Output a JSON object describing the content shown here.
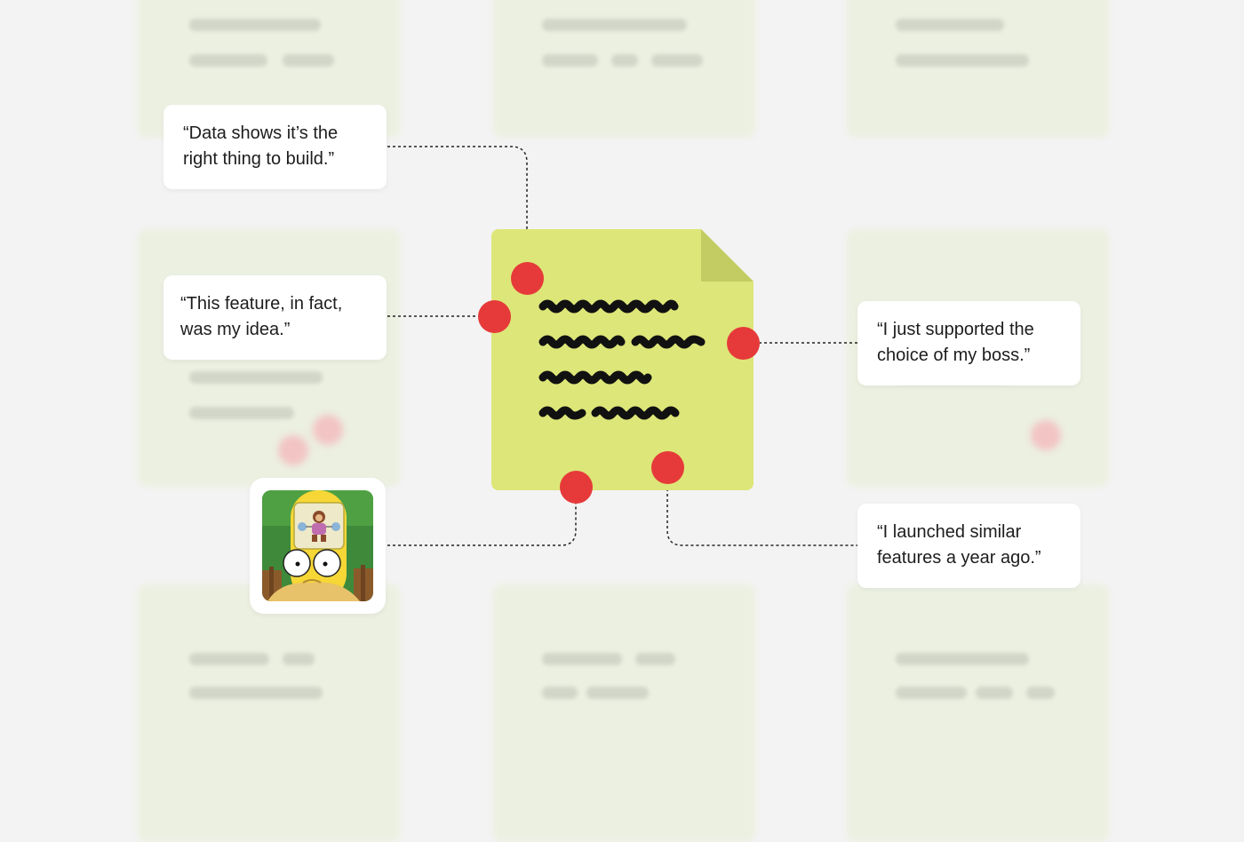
{
  "colors": {
    "background": "#f3f3f3",
    "note": "#dde678",
    "note_fold": "#c3cc62",
    "pin": "#e63a3a",
    "card": "#ffffff",
    "connector": "#222222"
  },
  "quotes": [
    {
      "id": "data-shows",
      "lines": [
        "“Data shows it’s the",
        "right thing to build.”"
      ]
    },
    {
      "id": "my-idea",
      "lines": [
        "“This feature, in fact,",
        "was my idea.”"
      ]
    },
    {
      "id": "boss-choice",
      "lines": [
        "“I just supported the",
        "choice of my boss.”"
      ]
    },
    {
      "id": "launched-similar",
      "lines": [
        "“I launched similar",
        "features a year ago.”"
      ]
    }
  ],
  "avatar": {
    "icon": "cartoon-brain-monkey-icon"
  }
}
